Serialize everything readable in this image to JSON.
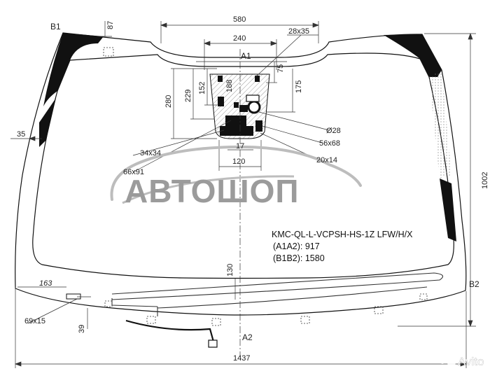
{
  "dimensions": {
    "top_width": "580",
    "sensor_width": "240",
    "rect_size": "28x35",
    "corner_offset": "87",
    "side_offset": "35",
    "h_280": "280",
    "h_229": "229",
    "h_152": "152",
    "h_188": "188",
    "h_75": "75",
    "h_175": "175",
    "d_28": "Ø28",
    "r_56x68": "56x68",
    "r_34x34": "34x34",
    "r_20x14": "20x14",
    "r_66x91": "66x91",
    "w_17": "17",
    "w_120": "120",
    "height_total": "1002",
    "center_130": "130",
    "left_163": "163",
    "r_69x15": "69x15",
    "b_39": "39",
    "bottom_width": "1437"
  },
  "points": {
    "a1": "A1",
    "a2": "A2",
    "b1": "B1",
    "b2": "B2"
  },
  "info": {
    "part_code": "KMC-QL-L-VCPSH-HS-1Z LFW/H/X",
    "a1a2": "(A1A2): 917",
    "b1b2": "(B1B2): 1580"
  },
  "watermark": {
    "brand": "АВТОШОП",
    "avito": "Avito"
  },
  "colors": {
    "black_print": "#111111",
    "logo_gray": "#9b9b9b",
    "sensor_hatch": "#9a9a9a"
  }
}
